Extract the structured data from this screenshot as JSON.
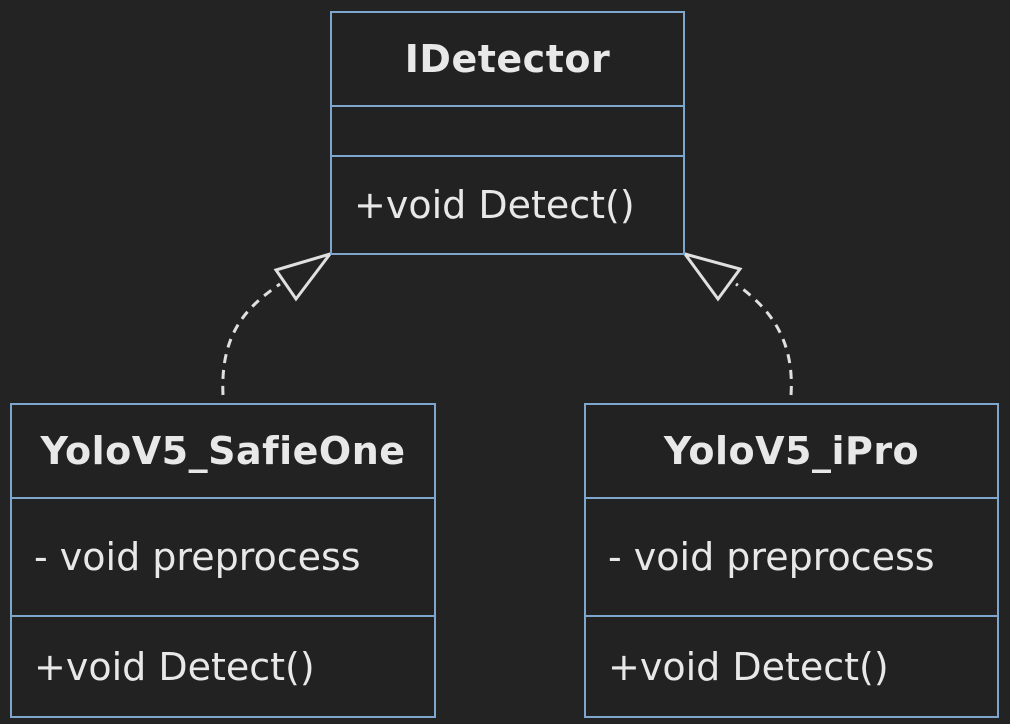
{
  "diagram": {
    "type": "uml-class-diagram",
    "classes": [
      {
        "id": "idetector",
        "name": "IDetector",
        "attributes": [],
        "methods": [
          "+void Detect()"
        ]
      },
      {
        "id": "safieone",
        "name": "YoloV5_SafieOne",
        "attributes": [
          "- void preprocess"
        ],
        "methods": [
          "+void Detect()"
        ]
      },
      {
        "id": "ipro",
        "name": "YoloV5_iPro",
        "attributes": [
          "- void preprocess"
        ],
        "methods": [
          "+void Detect()"
        ]
      }
    ],
    "relations": [
      {
        "from": "safieone",
        "to": "idetector",
        "kind": "realization"
      },
      {
        "from": "ipro",
        "to": "idetector",
        "kind": "realization"
      }
    ],
    "colors": {
      "background": "#232323",
      "border": "#7fa6cc",
      "text": "#e8e8e8",
      "edge": "#e0e0e0"
    }
  }
}
